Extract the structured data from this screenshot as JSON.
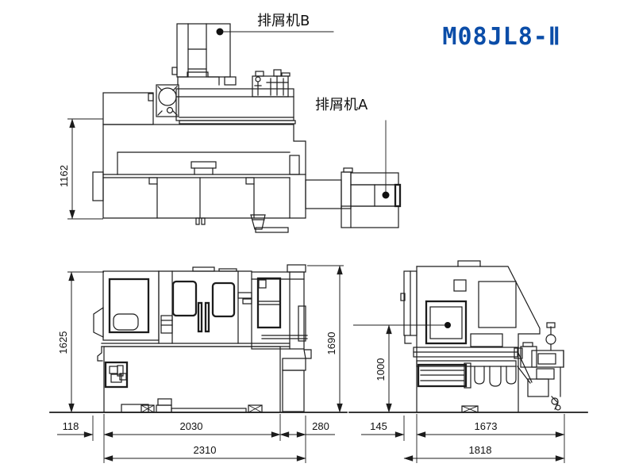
{
  "title": {
    "text": "M08JL8-Ⅱ"
  },
  "colors": {
    "title_blue": "#0b4da8",
    "line": "#1c1c1c",
    "background": "#ffffff"
  },
  "labels": {
    "chip_conveyor_b": "排屑机B",
    "chip_conveyor_a": "排屑机A"
  },
  "dimensions": {
    "top_view": {
      "height": "1162"
    },
    "front_view": {
      "left_height": "1625",
      "right_height": "1690",
      "left_offset": "118",
      "body_width": "2030",
      "right_offset": "280",
      "overall_width": "2310"
    },
    "side_view": {
      "center_height": "1000",
      "left_offset": "145",
      "body_depth": "1673",
      "overall_depth": "1818"
    }
  }
}
